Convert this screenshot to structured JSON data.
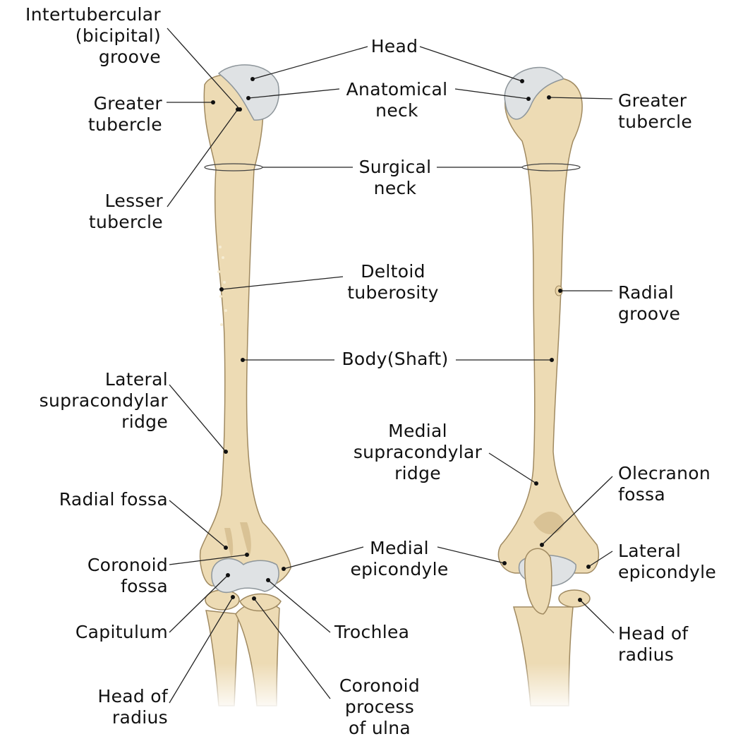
{
  "labels": {
    "intertubercular": "Intertubercular\n(bicipital)\ngroove",
    "greater_tubercle_anterior": "Greater\ntubercle",
    "lesser_tubercle": "Lesser\ntubercle",
    "head": "Head",
    "anatomical_neck": "Anatomical\nneck",
    "surgical_neck": "Surgical\nneck",
    "deltoid_tuberosity": "Deltoid\ntuberosity",
    "body_shaft": "Body(Shaft)",
    "greater_tubercle_posterior": "Greater\ntubercle",
    "radial_groove": "Radial\ngroove",
    "lateral_supracondylar_ridge": "Lateral\nsupracondylar\nridge",
    "medial_supracondylar_ridge": "Medial\nsupracondylar\nridge",
    "radial_fossa": "Radial fossa",
    "coronoid_fossa": "Coronoid\nfossa",
    "medial_epicondyle": "Medial\nepicondyle",
    "olecranon_fossa": "Olecranon\nfossa",
    "lateral_epicondyle": "Lateral\nepicondyle",
    "capitulum": "Capitulum",
    "trochlea": "Trochlea",
    "head_of_radius_anterior": "Head of\nradius",
    "coronoid_process_of_ulna": "Coronoid\nprocess\nof ulna",
    "head_of_radius_posterior": "Head of\nradius"
  },
  "colors": {
    "bone": "#eddbb4",
    "bone_shadow": "#d9c295",
    "cartilage": "#dfe2e4",
    "leader_line": "#222222",
    "text": "#111111"
  }
}
